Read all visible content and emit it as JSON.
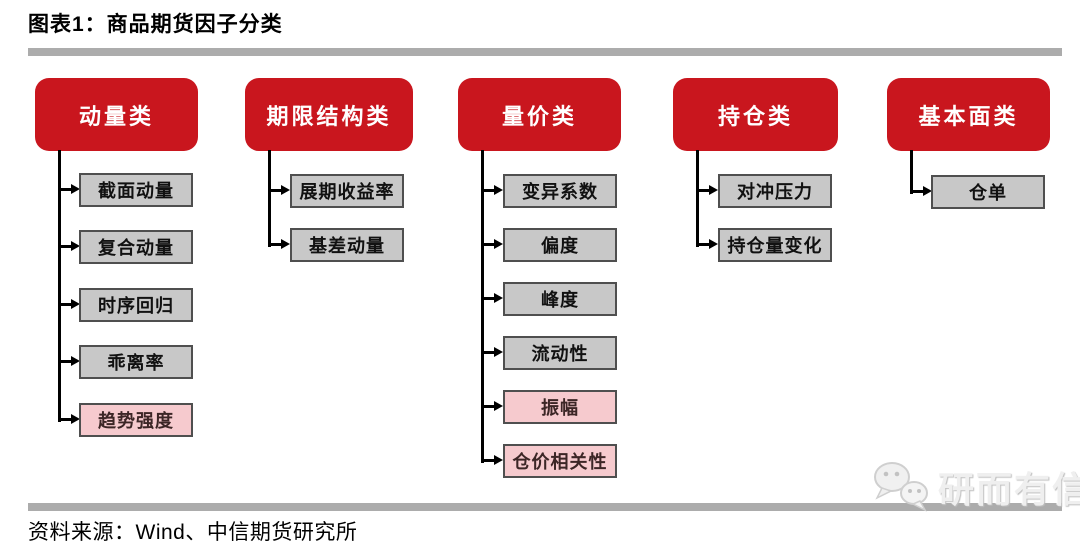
{
  "page": {
    "title": "图表1：商品期货因子分类",
    "source": "资料来源：Wind、中信期货研究所",
    "watermark": "研而有信"
  },
  "colors": {
    "header_red": "#C9161E",
    "factor_gray": "#C8C8C8",
    "factor_pink": "#F6CACE",
    "rule_gray": "#ACACAC",
    "connector_black": "#000000"
  },
  "diagram": {
    "categories": [
      {
        "label": "动量类",
        "children": [
          {
            "label": "截面动量",
            "highlight": false
          },
          {
            "label": "复合动量",
            "highlight": false
          },
          {
            "label": "时序回归",
            "highlight": false
          },
          {
            "label": "乖离率",
            "highlight": false
          },
          {
            "label": "趋势强度",
            "highlight": true
          }
        ]
      },
      {
        "label": "期限结构类",
        "children": [
          {
            "label": "展期收益率",
            "highlight": false
          },
          {
            "label": "基差动量",
            "highlight": false
          }
        ]
      },
      {
        "label": "量价类",
        "children": [
          {
            "label": "变异系数",
            "highlight": false
          },
          {
            "label": "偏度",
            "highlight": false
          },
          {
            "label": "峰度",
            "highlight": false
          },
          {
            "label": "流动性",
            "highlight": false
          },
          {
            "label": "振幅",
            "highlight": true
          },
          {
            "label": "仓价相关性",
            "highlight": true
          }
        ]
      },
      {
        "label": "持仓类",
        "children": [
          {
            "label": "对冲压力",
            "highlight": false
          },
          {
            "label": "持仓量变化",
            "highlight": false
          }
        ]
      },
      {
        "label": "基本面类",
        "children": [
          {
            "label": "仓单",
            "highlight": false
          }
        ]
      }
    ]
  }
}
